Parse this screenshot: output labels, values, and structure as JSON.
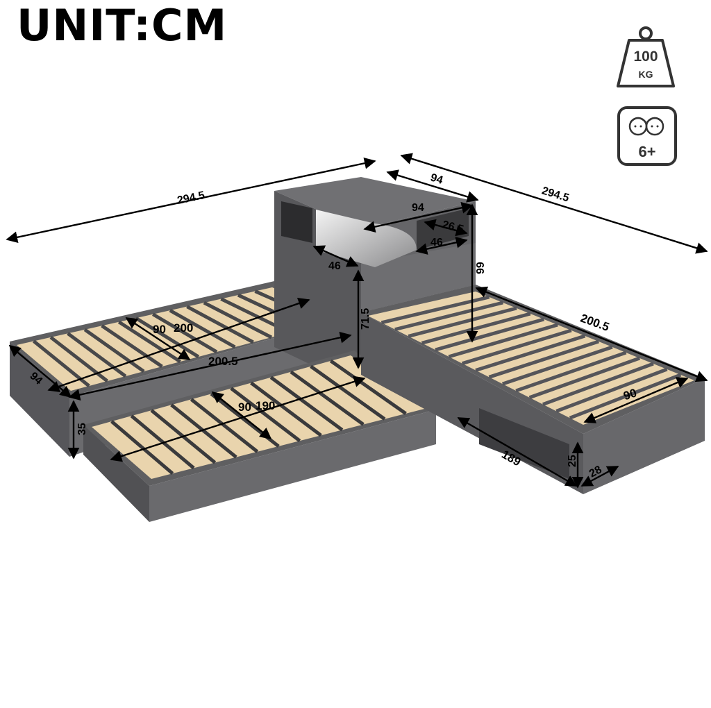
{
  "header": {
    "unit_title": "UNIT:CM"
  },
  "badges": {
    "weight": {
      "value": "100",
      "unit": "KG",
      "icon": "weight-icon"
    },
    "age": {
      "value": "6+",
      "icon": "children-icon"
    }
  },
  "dimensions": {
    "left_bed_total_length": "294.5",
    "right_bed_total_length": "294.5",
    "cabinet_top_width": "94",
    "cabinet_inner_width": "94",
    "cabinet_depth": "46",
    "cabinet_niche_width": "46",
    "cabinet_niche_height": "26.5",
    "cabinet_height": "99",
    "bed_height": "71.5",
    "left_mattress_width": "90",
    "left_mattress_length": "200",
    "left_bed_length": "200.5",
    "left_bed_width": "94",
    "left_bed_side_height": "35",
    "trundle_width": "90",
    "trundle_length": "190",
    "right_bed_length": "200.5",
    "right_mattress_width": "90",
    "storage_length": "189",
    "storage_height": "25",
    "storage_depth": "28"
  },
  "colors": {
    "frame": "#5f5f61",
    "frame_dark": "#4a4a4c",
    "slat": "#efdcb8",
    "dimension_line": "#000000"
  }
}
